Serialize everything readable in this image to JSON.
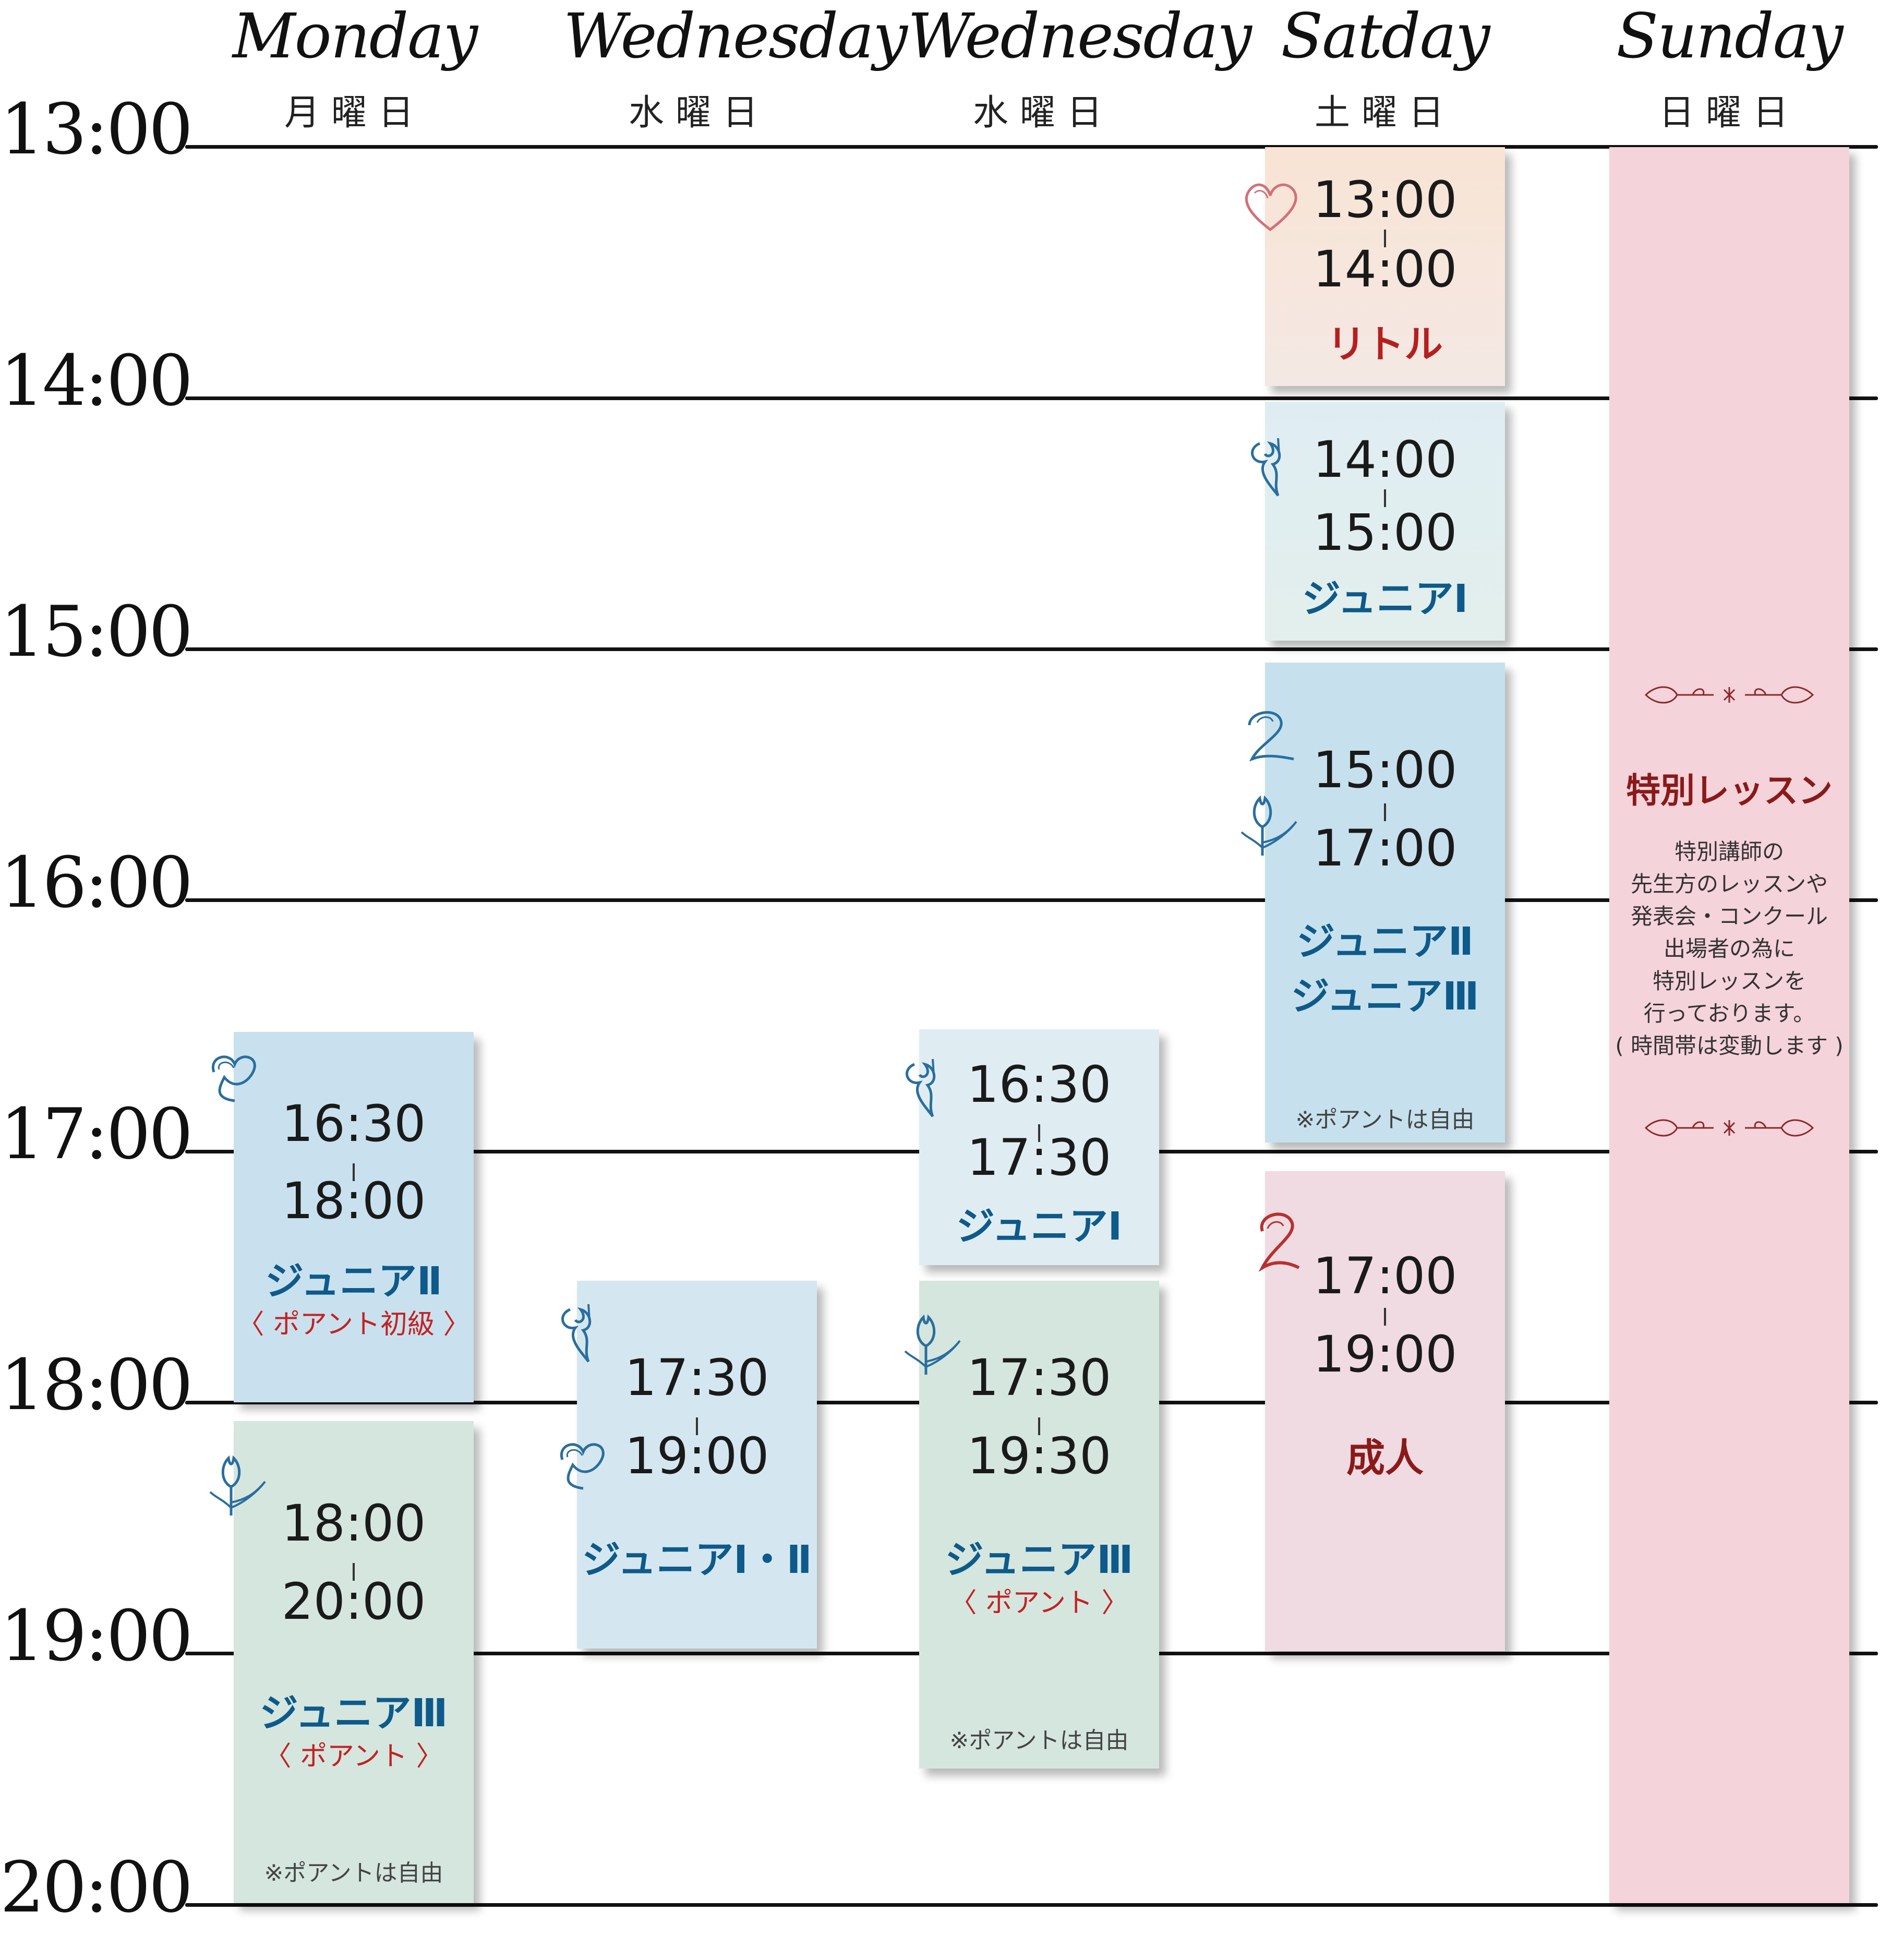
{
  "days": [
    {
      "en": "Monday",
      "jp": "月曜日"
    },
    {
      "en": "Wednesday",
      "jp": "水曜日"
    },
    {
      "en": "Wednesday",
      "jp": "水曜日"
    },
    {
      "en": "Satday",
      "jp": "土曜日"
    },
    {
      "en": "Sunday",
      "jp": "日曜日"
    }
  ],
  "hours": [
    "13:00",
    "14:00",
    "15:00",
    "16:00",
    "17:00",
    "18:00",
    "19:00",
    "20:00"
  ],
  "mon": {
    "b1": {
      "start": "16:30",
      "end": "18:00",
      "cls": "ジュニアⅡ",
      "sub": "〈 ポアント初級 〉"
    },
    "b2": {
      "start": "18:00",
      "end": "20:00",
      "cls": "ジュニアⅢ",
      "sub": "〈 ポアント 〉",
      "note": "※ポアントは自由"
    }
  },
  "wed1": {
    "b1": {
      "start": "17:30",
      "end": "19:00",
      "cls": "ジュニアⅠ・Ⅱ"
    }
  },
  "wed2": {
    "b1": {
      "start": "16:30",
      "end": "17:30",
      "cls": "ジュニアⅠ"
    },
    "b2": {
      "start": "17:30",
      "end": "19:30",
      "cls": "ジュニアⅢ",
      "sub": "〈 ポアント 〉",
      "note": "※ポアントは自由"
    }
  },
  "sat": {
    "b1": {
      "start": "13:00",
      "end": "14:00",
      "cls": "リトル"
    },
    "b2": {
      "start": "14:00",
      "end": "15:00",
      "cls": "ジュニアⅠ"
    },
    "b3": {
      "start": "15:00",
      "end": "17:00",
      "cls1": "ジュニアⅡ",
      "cls2": "ジュニアⅢ",
      "note": "※ポアントは自由"
    },
    "b4": {
      "start": "17:00",
      "end": "19:00",
      "cls": "成人"
    }
  },
  "sun": {
    "title": "特別レッスン",
    "desc": [
      "特別講師の",
      "先生方のレッスンや",
      "発表会・コンクール",
      "出場者の為に",
      "特別レッスンを",
      "行っております。",
      "( 時間帯は変動します )"
    ]
  },
  "colors": {
    "little": "#f8e4d4",
    "junior1": "#dfedf3",
    "junior2": "#cbe2ee",
    "junior3": "#d5e6df",
    "adult": "#f0dbe2",
    "special": "#f5d3da",
    "class_text": "#0e5a8a",
    "accent_red": "#c22222"
  },
  "icons": [
    "heart-icon",
    "swirl-icon",
    "tulip-icon",
    "feather-icon",
    "ornament-icon"
  ]
}
